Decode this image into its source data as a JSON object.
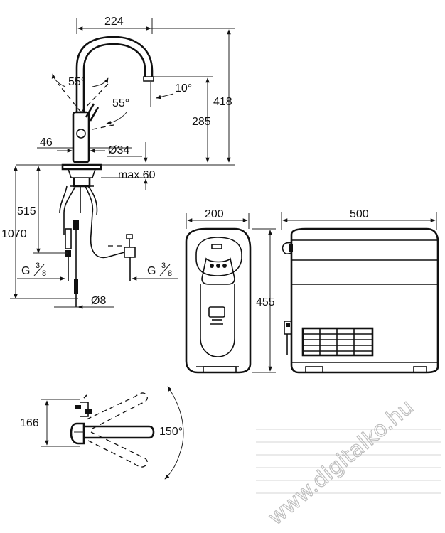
{
  "labels": {
    "width_224": "224",
    "angle_55_top": "55°",
    "angle_55_mid": "55°",
    "angle_10": "10°",
    "height_418": "418",
    "height_285": "285",
    "dim_46": "46",
    "dia_34": "Ø34",
    "max_60": "max.60",
    "len_515": "515",
    "len_1070": "1070",
    "thread_left": "G",
    "thread_right": "G",
    "thread_frac_num": "3",
    "thread_frac_den": "8",
    "dia_8": "Ø8",
    "width_200": "200",
    "width_500": "500",
    "height_455": "455",
    "height_166": "166",
    "angle_150": "150°"
  },
  "watermark": "www.digitalko.hu",
  "colors": {
    "line": "#111111",
    "watermark": "#bdbdbd",
    "background": "#ffffff"
  }
}
